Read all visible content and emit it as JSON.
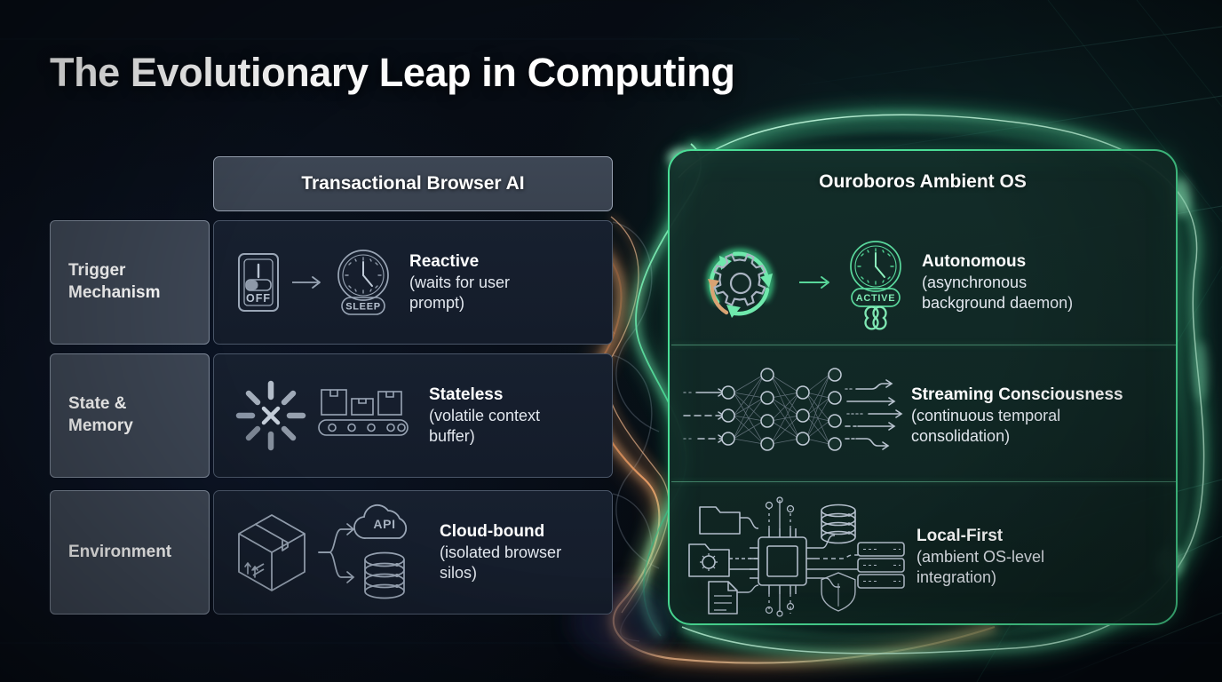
{
  "page": {
    "title": "The Evolutionary Leap in Computing",
    "background_color": "#070d16",
    "accent_green": "#4ade96",
    "accent_orange": "#e8a06a",
    "legacy_panel_color": "#17202f",
    "ambient_panel_color": "#142e2a"
  },
  "columns": {
    "left_header": "Transactional Browser AI",
    "right_header": "Ouroboros Ambient OS"
  },
  "rows": [
    {
      "label": "Trigger Mechanism",
      "left": {
        "title": "Reactive",
        "detail": "(waits for user prompt)",
        "icons": [
          "toggle-switch-off-icon",
          "arrow-right-icon",
          "clock-sleep-icon"
        ],
        "icon_labels": [
          "OFF",
          "SLEEP"
        ]
      },
      "right": {
        "title": "Autonomous",
        "detail": "(asynchronous background daemon)",
        "icons": [
          "gear-cycle-icon",
          "arrow-right-icon",
          "clock-active-icon",
          "infinity-icon"
        ],
        "icon_labels": [
          "ACTIVE",
          "∞"
        ]
      }
    },
    {
      "label": "State & Memory",
      "left": {
        "title": "Stateless",
        "detail": "(volatile context buffer)",
        "icons": [
          "spinner-cancel-icon",
          "conveyor-belt-boxes-icon"
        ],
        "icon_labels": []
      },
      "right": {
        "title": "Streaming Consciousness",
        "detail": "(continuous temporal consolidation)",
        "icons": [
          "neural-network-icon",
          "stream-arrows-icon"
        ],
        "icon_labels": []
      }
    },
    {
      "label": "Environment",
      "left": {
        "title": "Cloud-bound",
        "detail": "(isolated browser silos)",
        "icons": [
          "package-box-icon",
          "cloud-api-icon",
          "database-icon"
        ],
        "icon_labels": [
          "API"
        ]
      },
      "right": {
        "title": "Local-First",
        "detail": "(ambient OS-level integration)",
        "icons": [
          "folder-icon",
          "folder-settings-icon",
          "document-icon",
          "cpu-chip-icon",
          "database-icon",
          "server-rack-icon",
          "shield-icon"
        ],
        "icon_labels": []
      }
    }
  ]
}
